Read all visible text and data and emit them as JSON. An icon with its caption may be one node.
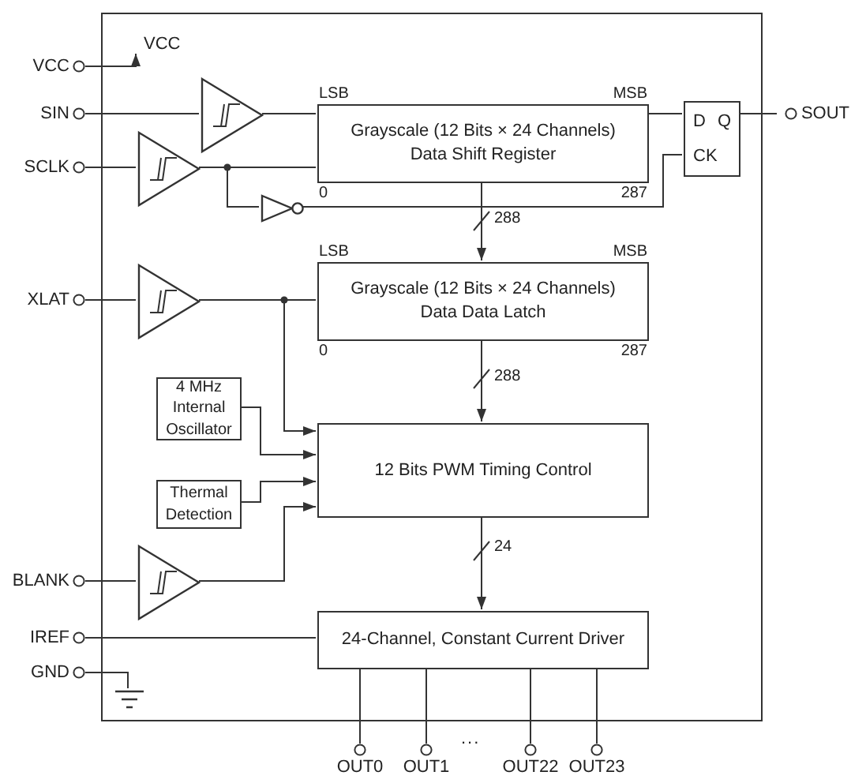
{
  "diagram": {
    "nodes": [
      {
        "text": [],
        "shape": "box"
      },
      {
        "text": [
          "VCC"
        ]
      },
      {
        "text": [
          "VCC"
        ],
        "in": 0
      },
      {
        "text": [
          "SIN"
        ]
      },
      {
        "text": [],
        "shape": "triangle",
        "in": 0
      },
      {
        "text": [
          "Grayscale (12 Bits × 24 Channels) Data Shift Register"
        ],
        "beside": [
          "LSB",
          "MSB",
          "0",
          "287"
        ],
        "in": 0
      },
      {
        "text": [
          "D",
          "Q",
          "CK"
        ],
        "in": 0
      },
      {
        "text": [
          "SOUT"
        ]
      },
      {
        "text": [
          "SCLK"
        ]
      },
      {
        "text": [],
        "shape": "triangle",
        "in": 0
      },
      {
        "text": [],
        "shape": "triangle",
        "in": 0
      },
      {
        "text": [
          "Grayscale (12 Bits × 24 Channels) Data Data Latch"
        ],
        "beside": [
          "LSB",
          "MSB",
          "0",
          "287"
        ],
        "in": 0
      },
      {
        "text": [
          "XLAT"
        ]
      },
      {
        "text": [],
        "shape": "triangle",
        "in": 0
      },
      {
        "text": [
          "4 MHz Internal Oscillator"
        ],
        "in": 0
      },
      {
        "text": [
          "12 Bits PWM Timing Control"
        ],
        "in": 0
      },
      {
        "text": [
          "Thermal Detection"
        ],
        "in": 0
      },
      {
        "text": [
          "BLANK"
        ]
      },
      {
        "text": [],
        "shape": "triangle",
        "in": 0
      },
      {
        "text": [
          "24-Channel, Constant Current Driver"
        ],
        "in": 0
      },
      {
        "text": [
          "IREF"
        ]
      },
      {
        "text": [
          "GND"
        ]
      },
      {
        "text": [],
        "shape": "ground",
        "in": 0
      },
      {
        "text": [
          "OUT0"
        ]
      },
      {
        "text": [
          "OUT1"
        ]
      },
      {
        "text": [
          "OUT22"
        ]
      },
      {
        "text": [
          "OUT23"
        ]
      }
    ],
    "edges": [
      {
        "from": 1,
        "to": 2,
        "arrow": "to"
      },
      {
        "from": 3,
        "to": 4,
        "arrow": "none"
      },
      {
        "from": 4,
        "to": 5,
        "arrow": "none"
      },
      {
        "from": 5,
        "to": 6,
        "arrow": "none"
      },
      {
        "from": 6,
        "to": 7,
        "arrow": "none"
      },
      {
        "from": 8,
        "to": 9,
        "arrow": "none"
      },
      {
        "from": 9,
        "to": 5,
        "arrow": "none"
      },
      {
        "from": 9,
        "to": 10,
        "arrow": "none"
      },
      {
        "from": 10,
        "to": 6,
        "arrow": "none"
      },
      {
        "from": 5,
        "to": 11,
        "arrow": "to",
        "label": "288"
      },
      {
        "from": 12,
        "to": 13,
        "arrow": "none"
      },
      {
        "from": 13,
        "to": 11,
        "arrow": "none"
      },
      {
        "from": 13,
        "to": 15,
        "arrow": "to"
      },
      {
        "from": 11,
        "to": 15,
        "arrow": "to",
        "label": "288"
      },
      {
        "from": 14,
        "to": 15,
        "arrow": "to"
      },
      {
        "from": 16,
        "to": 15,
        "arrow": "to"
      },
      {
        "from": 17,
        "to": 18,
        "arrow": "none"
      },
      {
        "from": 18,
        "to": 15,
        "arrow": "to"
      },
      {
        "from": 15,
        "to": 19,
        "arrow": "to",
        "label": "24"
      },
      {
        "from": 20,
        "to": 19,
        "arrow": "none"
      },
      {
        "from": 21,
        "to": 22,
        "arrow": "none"
      },
      {
        "from": 19,
        "to": 23,
        "arrow": "none"
      },
      {
        "from": 19,
        "to": 24,
        "arrow": "none"
      },
      {
        "from": 19,
        "to": 25,
        "arrow": "none"
      },
      {
        "from": 19,
        "to": 26,
        "arrow": "none"
      }
    ],
    "labels": [
      "..."
    ]
  }
}
